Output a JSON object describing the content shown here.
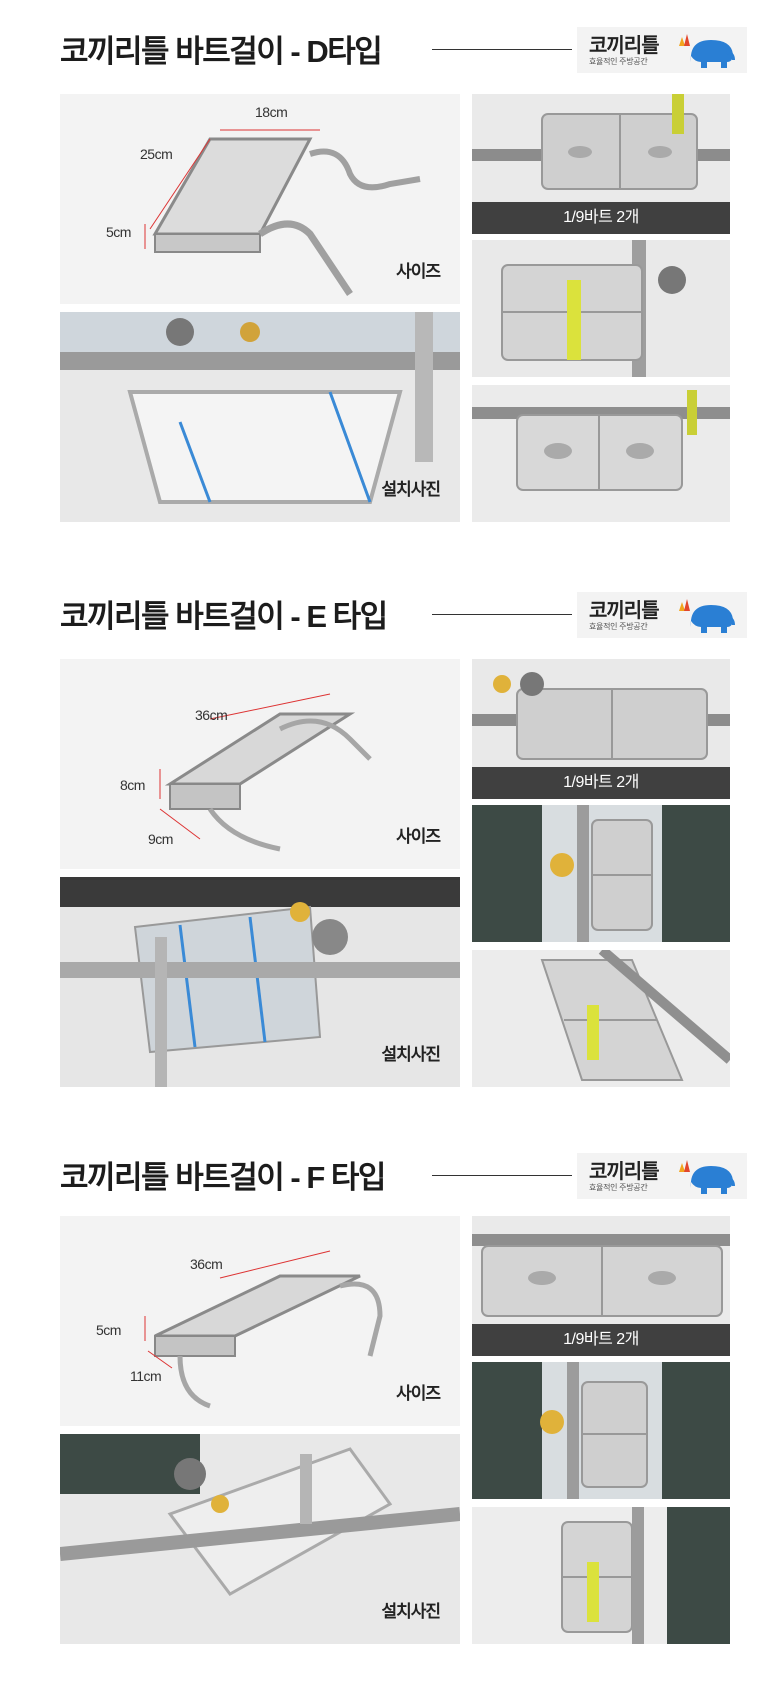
{
  "brand": {
    "name": "코끼리틀",
    "tagline": "효율적인 주방공간",
    "accent": "#2a7fd4",
    "flame": [
      "#f2a51e",
      "#e2462c"
    ]
  },
  "sections": [
    {
      "title": "코끼리틀 바트걸이 - D타입",
      "size_caption": "사이즈",
      "install_caption": "설치사진",
      "bar_label": "1/9바트 2개",
      "dims": [
        "18cm",
        "25cm",
        "5cm"
      ]
    },
    {
      "title": "코끼리틀 바트걸이 - E 타입",
      "size_caption": "사이즈",
      "install_caption": "설치사진",
      "bar_label": "1/9바트 2개",
      "dims": [
        "36cm",
        "8cm",
        "9cm"
      ]
    },
    {
      "title": "코끼리틀 바트걸이 - F 타입",
      "size_caption": "사이즈",
      "install_caption": "설치사진",
      "bar_label": "1/9바트 2개",
      "dims": [
        "36cm",
        "5cm",
        "11cm"
      ]
    }
  ]
}
